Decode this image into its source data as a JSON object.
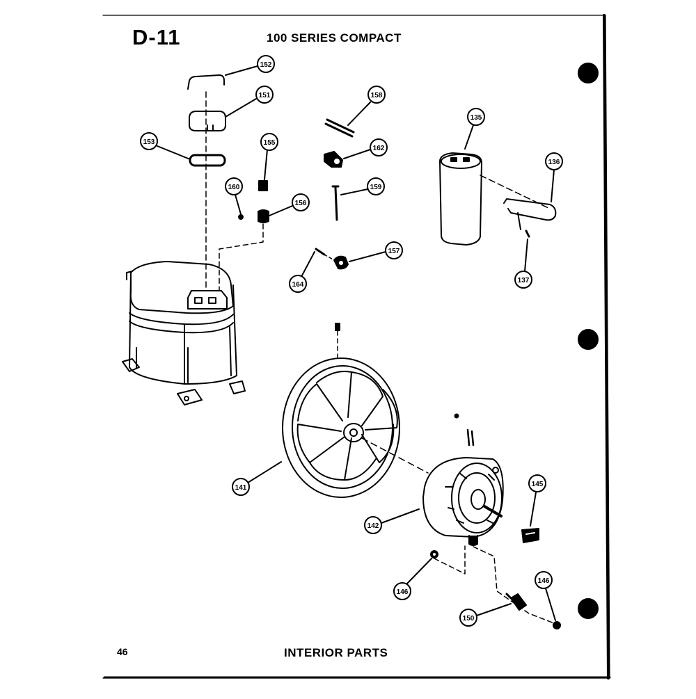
{
  "header": {
    "page_id": "D-11",
    "title": "100 SERIES COMPACT"
  },
  "footer": {
    "page_number": "46",
    "caption": "INTERIOR PARTS"
  },
  "callouts": {
    "c152": "152",
    "c151": "151",
    "c153": "153",
    "c155": "155",
    "c160": "160",
    "c156": "156",
    "c158": "158",
    "c162": "162",
    "c159": "159",
    "c157": "157",
    "c164": "164",
    "c135": "135",
    "c136": "136",
    "c137": "137",
    "c141": "141",
    "c142": "142",
    "c145": "145",
    "c146a": "146",
    "c146b": "146",
    "c150": "150"
  },
  "colors": {
    "ink": "#000000",
    "paper": "#ffffff",
    "border": "#1a1a1a"
  }
}
